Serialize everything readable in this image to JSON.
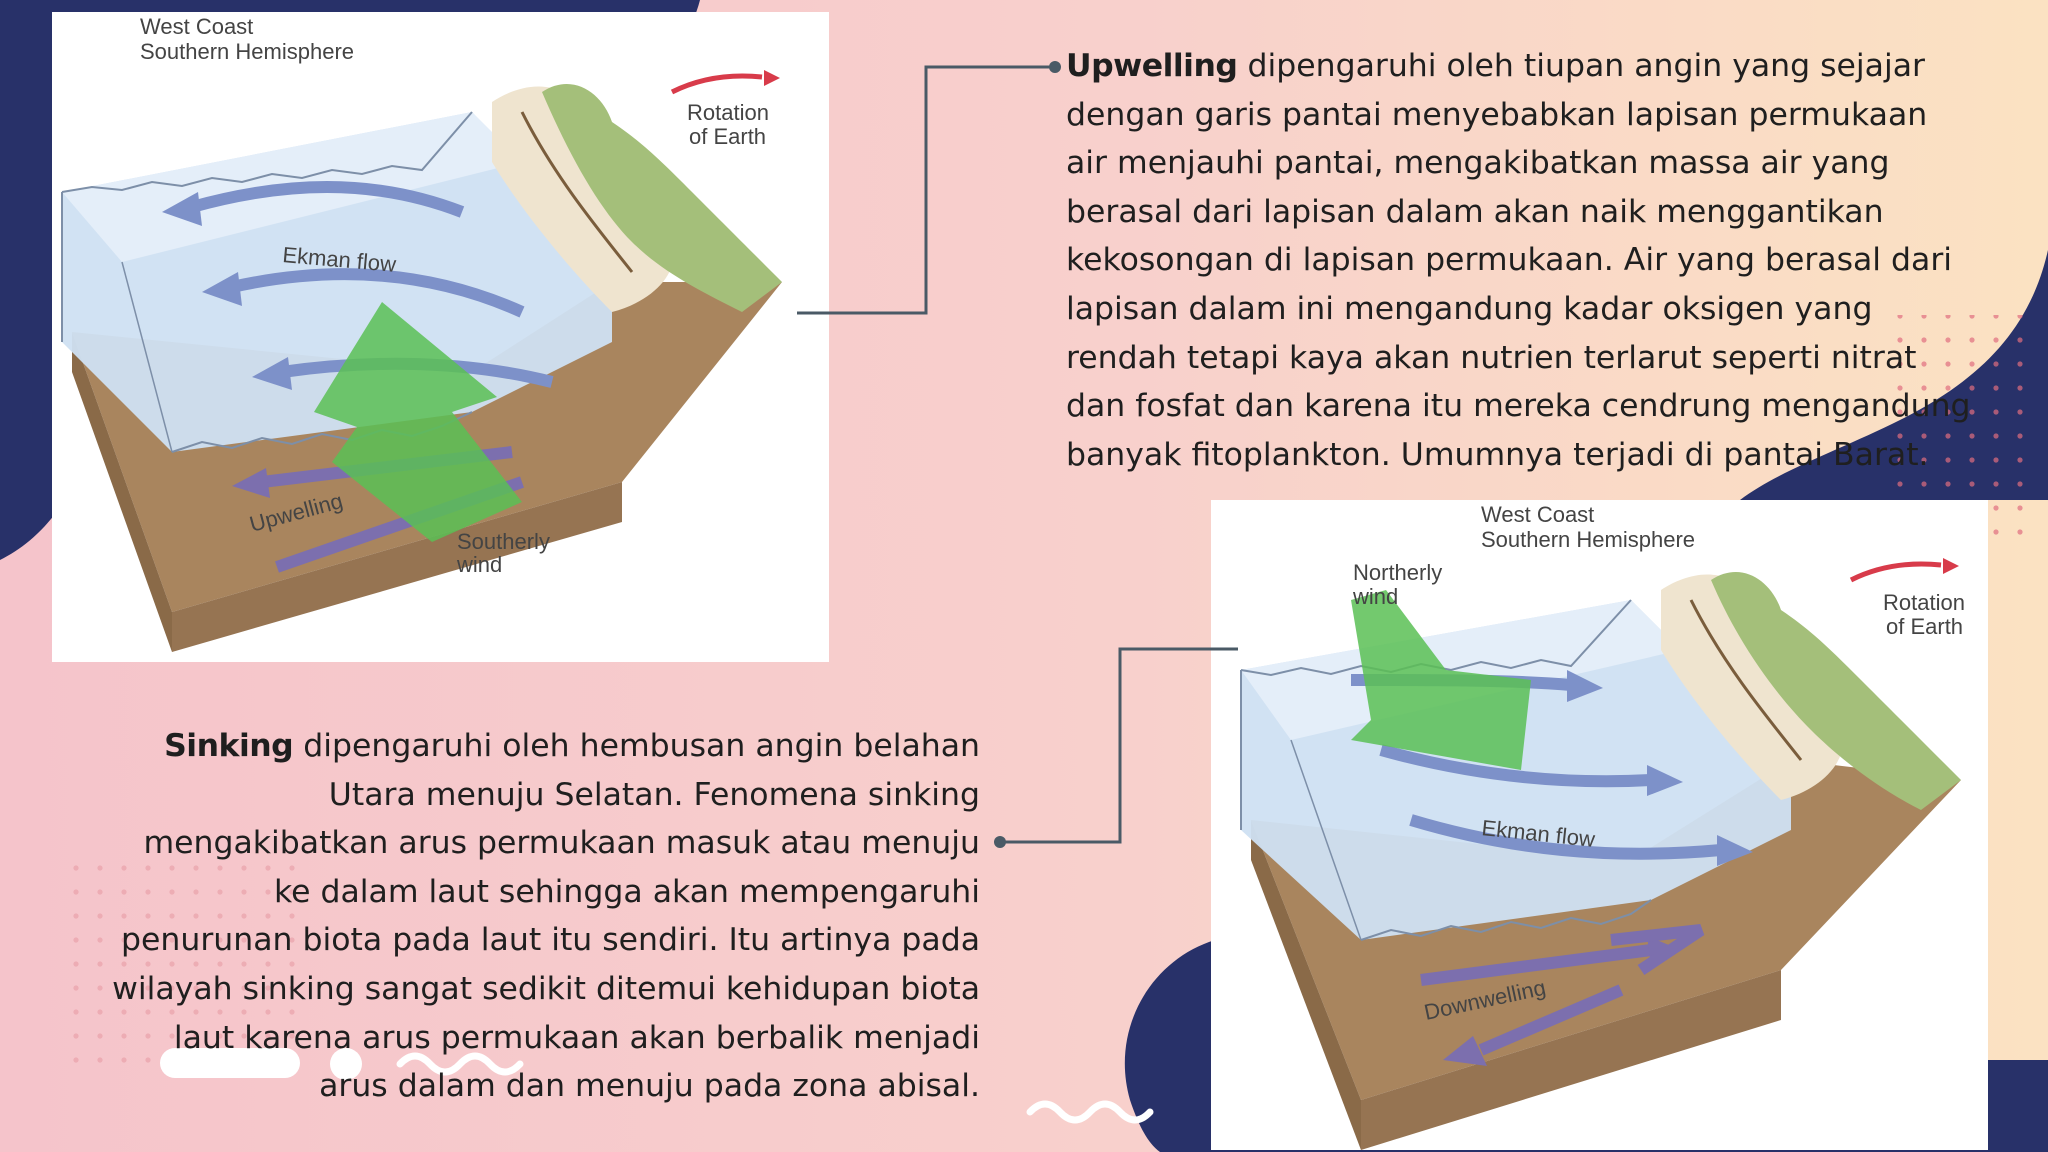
{
  "upwelling": {
    "diagram": {
      "region_line1": "West Coast",
      "region_line2": "Southern Hemisphere",
      "rotation_line1": "Rotation",
      "rotation_line2": "of Earth",
      "ekman_label": "Ekman flow",
      "process_label": "Upwelling",
      "wind_line1": "Southerly",
      "wind_line2": "wind"
    },
    "text": {
      "lead": "Upwelling",
      "line1": " dipengaruhi oleh tiupan  angin  yang  sejajar",
      "line2": "dengan garis pantai menyebabkan lapisan permukaan",
      "line3": "air menjauhi pantai, mengakibatkan massa air yang",
      "line4": "berasal dari lapisan dalam akan naik menggantikan",
      "line5": "kekosongan di lapisan permukaan. Air yang berasal dari",
      "line6": "lapisan dalam ini mengandung kadar oksigen yang",
      "line7": "rendah tetapi kaya akan nutrien terlarut seperti nitrat",
      "line8": "dan fosfat dan karena itu mereka cendrung mengandung",
      "line9": "banyak fitoplankton. Umumnya terjadi di pantai Barat."
    }
  },
  "sinking": {
    "diagram": {
      "region_line1": "West Coast",
      "region_line2": "Southern Hemisphere",
      "rotation_line1": "Rotation",
      "rotation_line2": "of Earth",
      "ekman_label": "Ekman flow",
      "process_label": "Downwelling",
      "wind_line1": "Northerly",
      "wind_line2": "wind"
    },
    "text": {
      "lead": "Sinking",
      "line1": " dipengaruhi oleh hembusan angin belahan",
      "line2": "Utara menuju Selatan. Fenomena sinking",
      "line3": "mengakibatkan arus permukaan masuk atau menuju",
      "line4": "ke dalam laut sehingga akan mempengaruhi",
      "line5": "penurunan biota pada laut itu sendiri. Itu artinya pada",
      "line6": "wilayah sinking sangat sedikit ditemui kehidupan biota",
      "line7": "laut karena arus permukaan akan berbalik menjadi",
      "line8": "arus dalam dan menuju pada zona abisal."
    }
  },
  "colors": {
    "navy": "#283169",
    "pink": "#f5c8cc",
    "peach": "#fbe0c4",
    "water": "#cfe0f2",
    "land": "#a9855e",
    "cliff": "#a4bf7a",
    "arrow_blue": "#7d91c9",
    "arrow_purple": "#7c6fae",
    "arrow_green": "#5bbf55",
    "rotation_red": "#d83b4a",
    "connector": "#4a5a66"
  }
}
